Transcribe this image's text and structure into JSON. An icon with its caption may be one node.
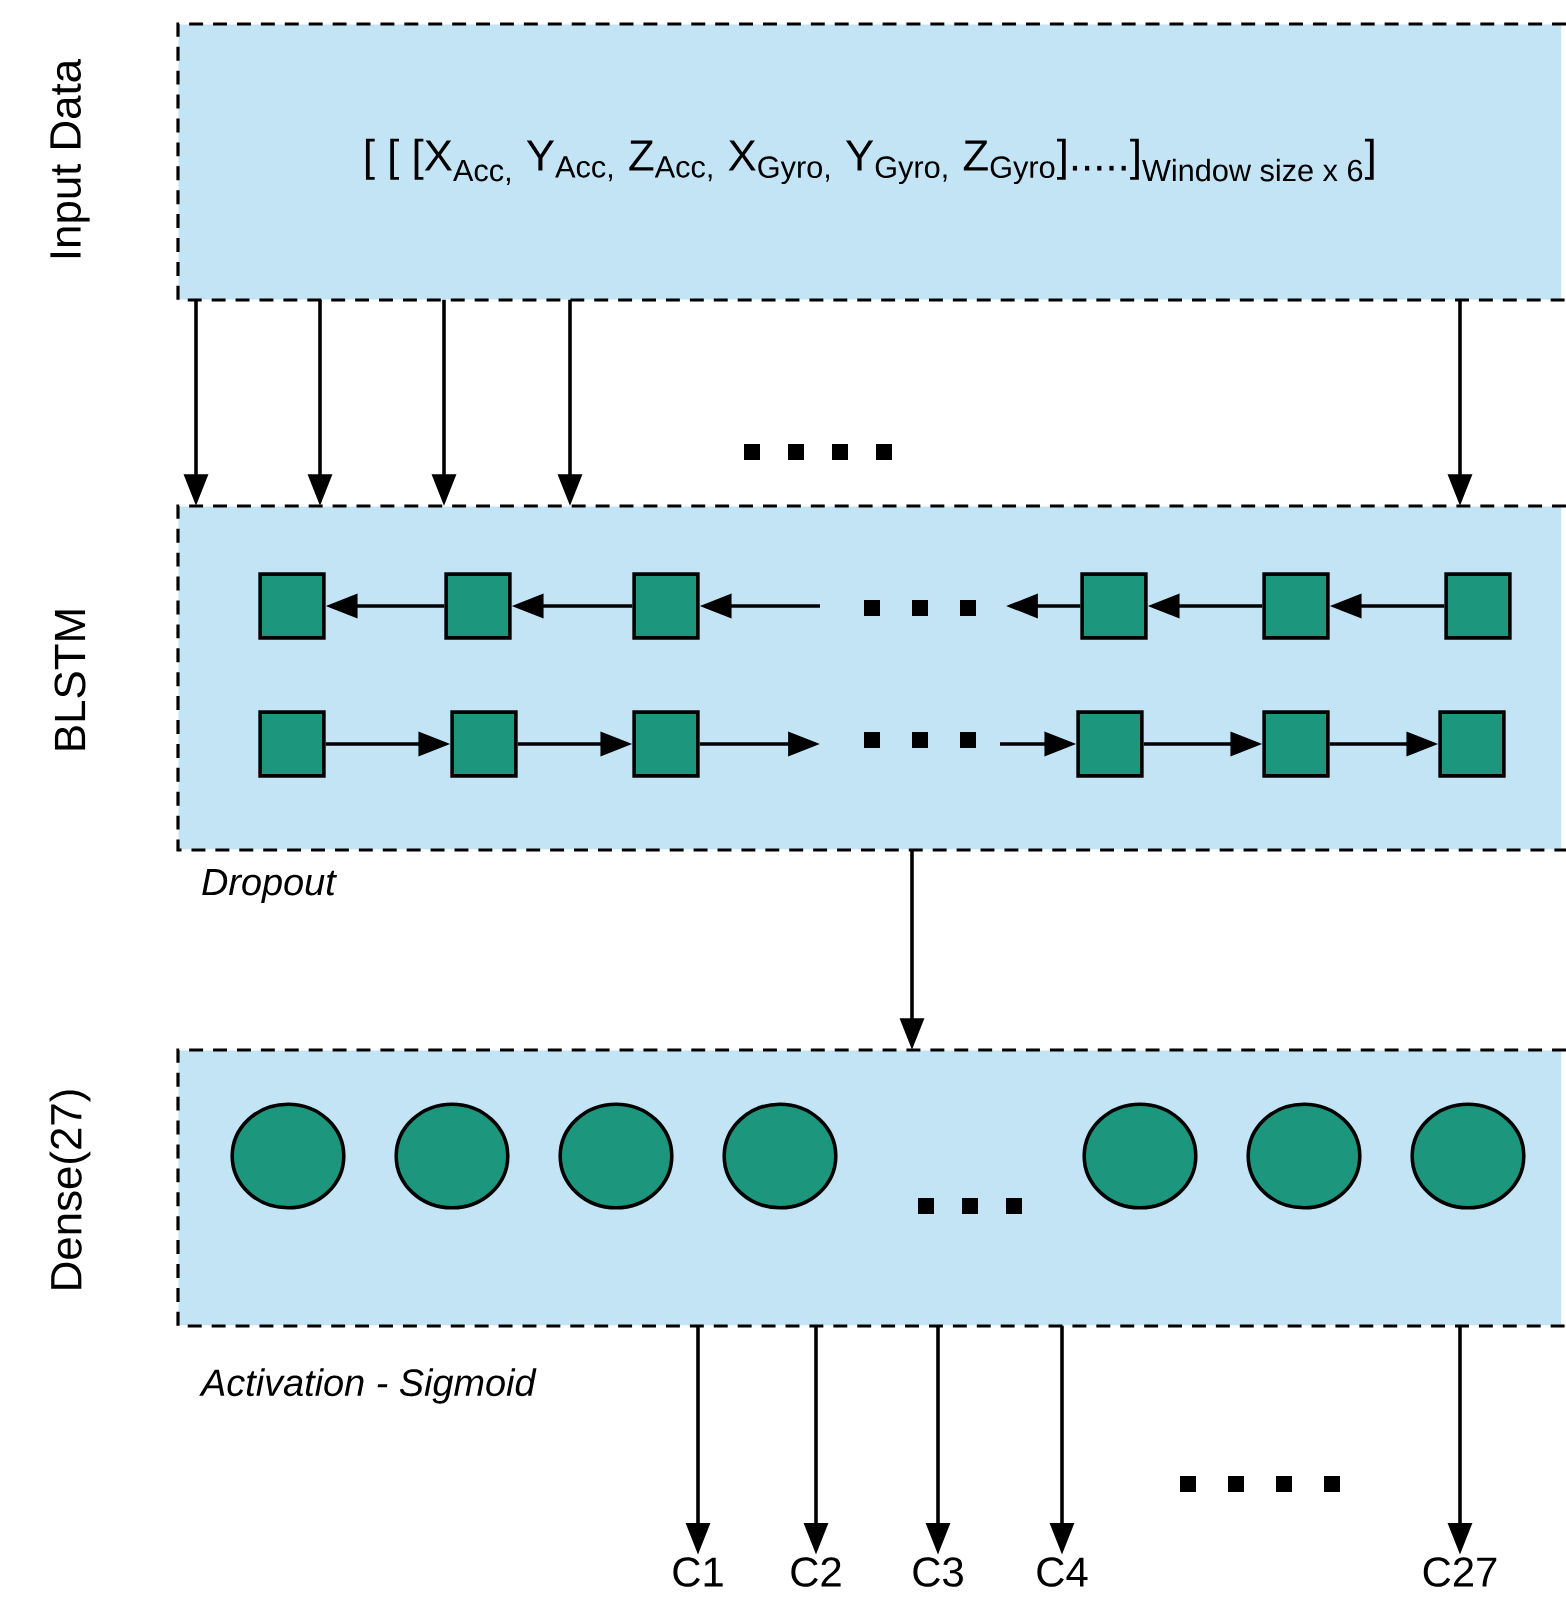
{
  "diagram": {
    "nodes": [
      {
        "text": [
          "Input Data",
          "\\text{[ [ [X}_{\\text{Acc,}}\\ \\text{Y}_{\\text{Acc,}}\\ \\text{Z}_{\\text{Acc,}}\\ \\text{X}_{\\text{Gyro,}}\\ \\text{Y}_{\\text{Gyro,}}\\ \\text{Z}_{\\text{Gyro}}\\text{].....]}_{\\text{Window size x 6}}\\text{]}"
        ]
      },
      {
        "text": [
          "BLSTM"
        ],
        "beside": [
          "Dropout"
        ]
      },
      {
        "text": [],
        "shape": "box",
        "in": 1
      },
      {
        "text": [],
        "shape": "box",
        "in": 1
      },
      {
        "text": [],
        "shape": "box",
        "in": 1
      },
      {
        "text": [],
        "shape": "box",
        "in": 1
      },
      {
        "text": [],
        "shape": "box",
        "in": 1
      },
      {
        "text": [],
        "shape": "box",
        "in": 1
      },
      {
        "text": [],
        "shape": "box",
        "in": 1
      },
      {
        "text": [],
        "shape": "box",
        "in": 1
      },
      {
        "text": [],
        "shape": "box",
        "in": 1
      },
      {
        "text": [],
        "shape": "box",
        "in": 1
      },
      {
        "text": [],
        "shape": "box",
        "in": 1
      },
      {
        "text": [],
        "shape": "box",
        "in": 1
      },
      {
        "text": [
          "Dense(27)"
        ],
        "beside": [
          "Activation - Sigmoid"
        ]
      },
      {
        "text": [],
        "shape": "circle",
        "in": 14
      },
      {
        "text": [],
        "shape": "circle",
        "in": 14
      },
      {
        "text": [],
        "shape": "circle",
        "in": 14
      },
      {
        "text": [],
        "shape": "circle",
        "in": 14
      },
      {
        "text": [],
        "shape": "circle",
        "in": 14
      },
      {
        "text": [],
        "shape": "circle",
        "in": 14
      },
      {
        "text": [],
        "shape": "circle",
        "in": 14
      },
      {
        "text": [
          "C1"
        ]
      },
      {
        "text": [
          "C2"
        ]
      },
      {
        "text": [
          "C3"
        ]
      },
      {
        "text": [
          "C4"
        ]
      },
      {
        "text": [
          "C27"
        ]
      }
    ],
    "edges": [
      {
        "from": 0,
        "to": 1,
        "arrow": "to"
      },
      {
        "from": 0,
        "to": 1,
        "arrow": "to"
      },
      {
        "from": 0,
        "to": 1,
        "arrow": "to"
      },
      {
        "from": 0,
        "to": 1,
        "arrow": "to"
      },
      {
        "from": 0,
        "to": 1,
        "arrow": "to"
      },
      {
        "from": 3,
        "to": 2,
        "arrow": "to"
      },
      {
        "from": 4,
        "to": 3,
        "arrow": "to"
      },
      {
        "from": null,
        "to": 4,
        "arrow": "to"
      },
      {
        "from": 5,
        "to": null,
        "arrow": "to"
      },
      {
        "from": 6,
        "to": 5,
        "arrow": "to"
      },
      {
        "from": 7,
        "to": 6,
        "arrow": "to"
      },
      {
        "from": 8,
        "to": 9,
        "arrow": "to"
      },
      {
        "from": 9,
        "to": 10,
        "arrow": "to"
      },
      {
        "from": 10,
        "to": null,
        "arrow": "to"
      },
      {
        "from": null,
        "to": 11,
        "arrow": "to"
      },
      {
        "from": 11,
        "to": 12,
        "arrow": "to"
      },
      {
        "from": 12,
        "to": 13,
        "arrow": "to"
      },
      {
        "from": 1,
        "to": 14,
        "arrow": "to"
      },
      {
        "from": 14,
        "to": 22,
        "arrow": "to"
      },
      {
        "from": 14,
        "to": 23,
        "arrow": "to"
      },
      {
        "from": 14,
        "to": 24,
        "arrow": "to"
      },
      {
        "from": 14,
        "to": 25,
        "arrow": "to"
      },
      {
        "from": 14,
        "to": 26,
        "arrow": "to"
      }
    ]
  }
}
